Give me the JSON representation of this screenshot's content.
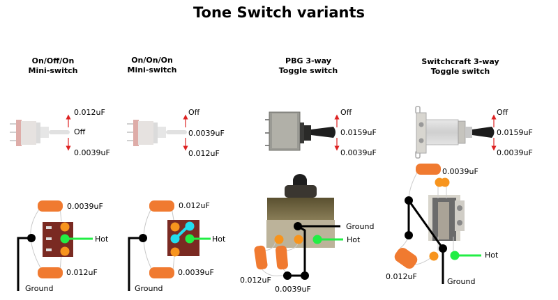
{
  "title": "Tone Switch variants",
  "colors": {
    "hot": "#22ee44",
    "capacitor_lug": "#f7941d",
    "jumper": "#22ddee",
    "ground": "#000000",
    "arrow": "#dd2222",
    "capacitor_body": "#f07a30",
    "mini_switch_body": "#7a2a22"
  },
  "variants": [
    {
      "title_line1": "On/Off/On",
      "title_line2": "Mini-switch",
      "positions": {
        "up": "0.012uF",
        "middle": "Off",
        "down": "0.0039uF"
      },
      "wiring": {
        "cap_top": "0.0039uF",
        "cap_bottom": "0.012uF",
        "hot": "Hot",
        "ground": "Ground"
      }
    },
    {
      "title_line1": "On/On/On",
      "title_line2": "Mini-switch",
      "positions": {
        "up": "Off",
        "middle": "0.0039uF",
        "down": "0.012uF"
      },
      "wiring": {
        "cap_top": "0.012uF",
        "cap_bottom": "0.0039uF",
        "hot": "Hot",
        "ground": "Ground"
      }
    },
    {
      "title_line1": "PBG 3-way",
      "title_line2": "Toggle switch",
      "positions": {
        "up": "Off",
        "middle": "0.0159uF",
        "down": "0.0039uF"
      },
      "wiring": {
        "cap_left": "0.012uF",
        "cap_right": "0.0039uF",
        "hot": "Hot",
        "ground": "Ground"
      }
    },
    {
      "title_line1": "Switchcraft 3-way",
      "title_line2": "Toggle switch",
      "positions": {
        "up": "Off",
        "middle": "0.0159uF",
        "down": "0.0039uF"
      },
      "wiring": {
        "cap_top": "0.0039uF",
        "cap_bottom": "0.012uF",
        "hot": "Hot",
        "ground": "Ground"
      }
    }
  ]
}
